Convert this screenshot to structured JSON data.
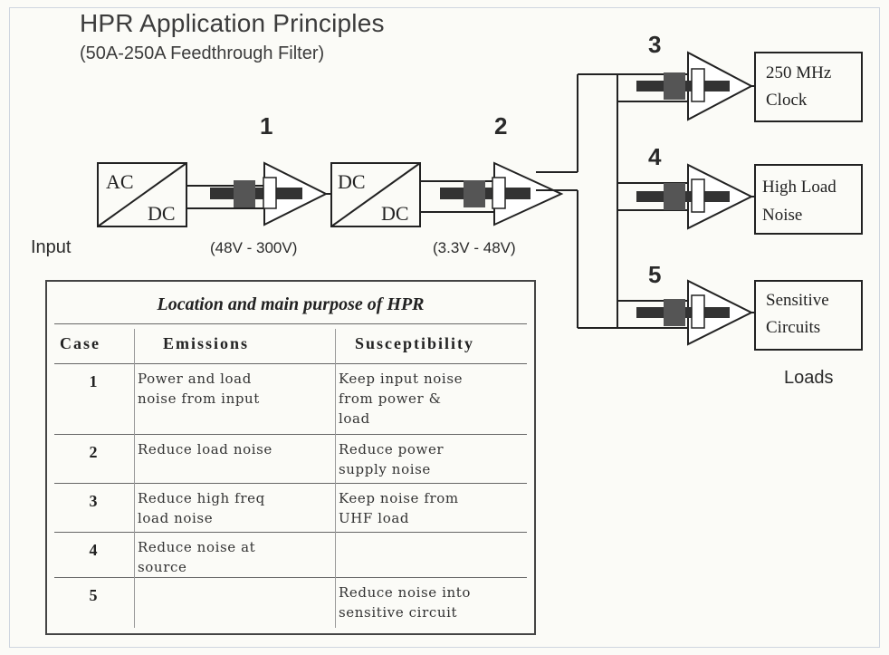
{
  "title": "HPR Application Principles",
  "subtitle": "(50A-250A Feedthrough Filter)",
  "diagram": {
    "input_label": "Input",
    "loads_label": "Loads",
    "stage1_number": "1",
    "stage2_number": "2",
    "ac_top": "AC",
    "ac_bottom": "DC",
    "dc_top": "DC",
    "dc_bottom": "DC",
    "voltage1": "(48V - 300V)",
    "voltage2": "(3.3V - 48V)",
    "loads": [
      {
        "number": "3",
        "line1": "250 MHz",
        "line2": "Clock"
      },
      {
        "number": "4",
        "line1": "High Load",
        "line2": "Noise"
      },
      {
        "number": "5",
        "line1": "Sensitive",
        "line2": "Circuits"
      }
    ]
  },
  "table": {
    "caption": "Location and main purpose of HPR",
    "headers": [
      "Case",
      "Emissions",
      "Susceptibility"
    ],
    "rows": [
      {
        "case": "1",
        "emissions": "Power and load\nnoise from input",
        "susceptibility": "Keep input noise\nfrom power &\nload"
      },
      {
        "case": "2",
        "emissions": "Reduce load noise",
        "susceptibility": "Reduce power\nsupply noise"
      },
      {
        "case": "3",
        "emissions": "Reduce high freq\nload noise",
        "susceptibility": "Keep noise from\nUHF load"
      },
      {
        "case": "4",
        "emissions": "Reduce noise at\nsource",
        "susceptibility": ""
      },
      {
        "case": "5",
        "emissions": "",
        "susceptibility": "Reduce noise into\nsensitive circuit"
      }
    ]
  },
  "colors": {
    "ink": "#222222",
    "filter_core": "#333333",
    "background": "#fbfbf7"
  }
}
